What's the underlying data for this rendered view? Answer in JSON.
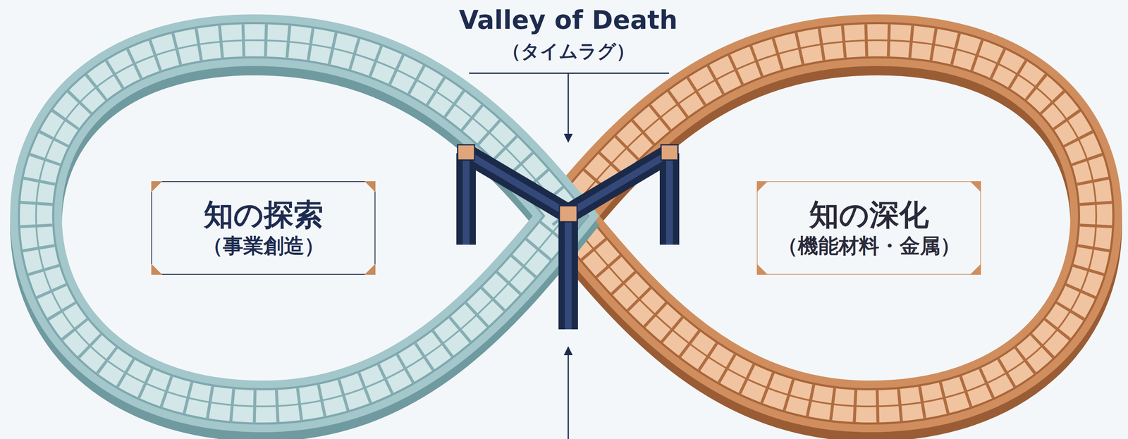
{
  "diagram": {
    "nodes": [
      {
        "text": [
          "知の探索",
          "（事業創造）"
        ]
      },
      {
        "text": [
          "知の深化",
          "（機能材料・金属）"
        ]
      }
    ],
    "labels": [
      "Valley of Death",
      "（タイムラグ）"
    ]
  }
}
